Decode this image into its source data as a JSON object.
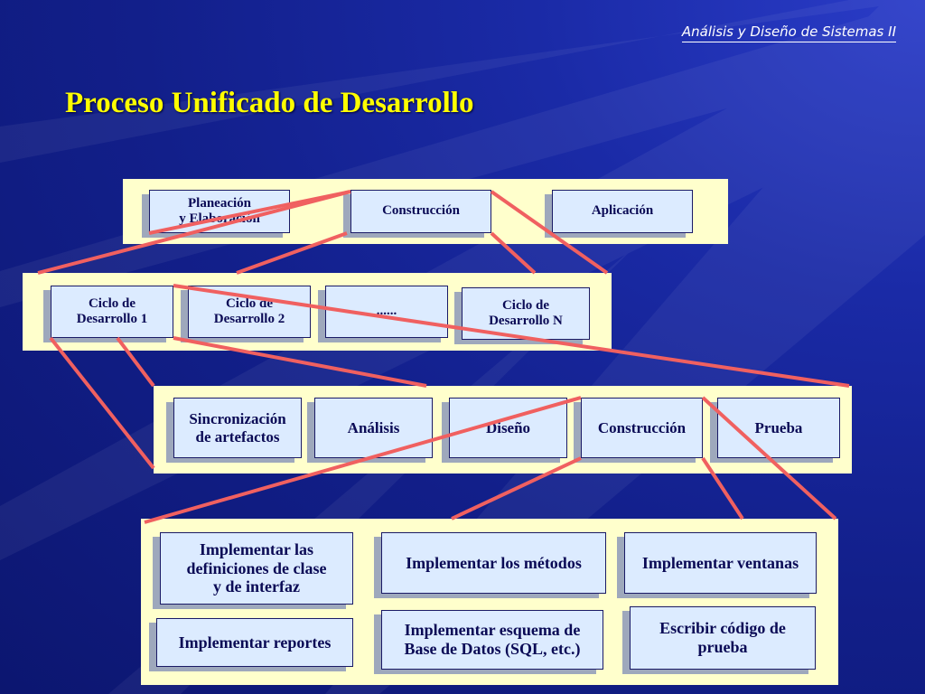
{
  "header": {
    "course": "Análisis y Diseño de Sistemas II"
  },
  "title": "Proceso Unificado de Desarrollo",
  "level1": {
    "planeacion": "Planeación\ny Elaboración",
    "construccion": "Construcción",
    "aplicacion": "Aplicación"
  },
  "level2": {
    "ciclo1": "Ciclo de\nDesarrollo 1",
    "ciclo2": "Ciclo de\nDesarrollo 2",
    "ellipsis": "......",
    "cicloN": "Ciclo de\nDesarrollo N"
  },
  "level3": {
    "sincronizacion": "Sincronización\nde artefactos",
    "analisis": "Análisis",
    "diseno": "Diseño",
    "construccion": "Construcción",
    "prueba": "Prueba"
  },
  "level4": {
    "impl_clases": "Implementar las\ndefiniciones de clase\ny de interfaz",
    "impl_metodos": "Implementar los métodos",
    "impl_ventanas": "Implementar ventanas",
    "impl_reportes": "Implementar reportes",
    "impl_esquema": "Implementar esquema de\nBase de Datos (SQL, etc.)",
    "escribir_prueba": "Escribir código de\nprueba"
  },
  "colors": {
    "title": "#ffff00",
    "panel": "#ffffcc",
    "box": "#dcebff",
    "connector": "#f06060",
    "background": "#121f8a"
  }
}
